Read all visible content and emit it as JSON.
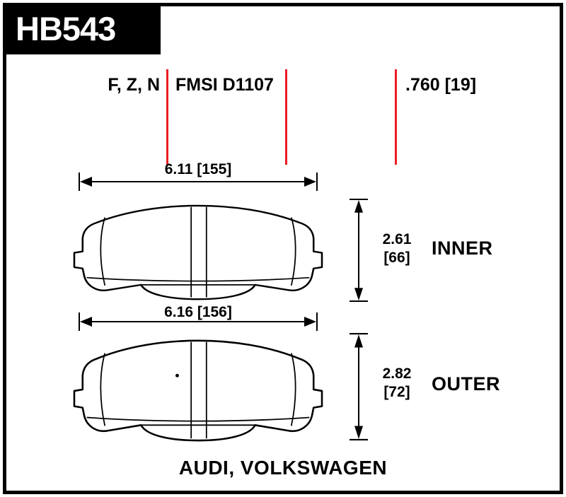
{
  "part": {
    "number": "HB543"
  },
  "header": {
    "compounds": "F, Z, N",
    "fmsi": "FMSI D1107",
    "pad_thickness": ".760 [19]"
  },
  "inner_pad": {
    "width_dim": "6.11 [155]",
    "height_dim_in": "2.61",
    "height_dim_mm": "[66]",
    "label": "INNER"
  },
  "outer_pad": {
    "width_dim": "6.16 [156]",
    "height_dim_in": "2.82",
    "height_dim_mm": "[72]",
    "label": "OUTER"
  },
  "footer": {
    "applications": "AUDI, VOLKSWAGEN"
  },
  "colors": {
    "callout_red": "#ec1c24",
    "ink": "#000000",
    "paper": "#ffffff"
  }
}
